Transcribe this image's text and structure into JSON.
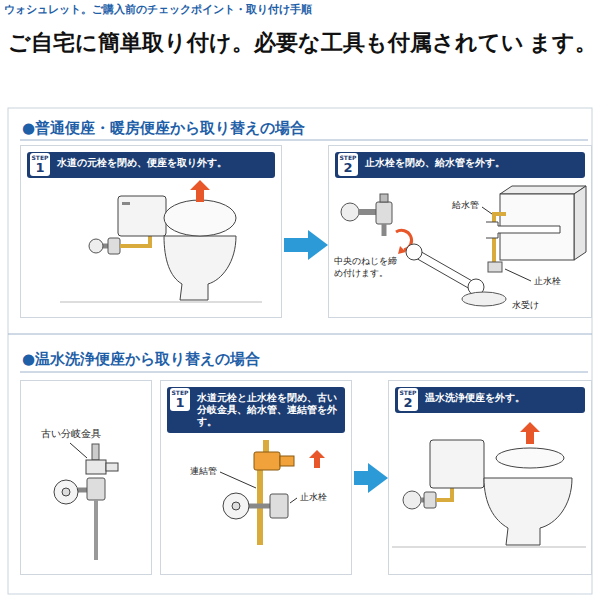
{
  "diagram": {
    "title": "ご自宅に簡単取り付け。必要な工具も付属されてい ます。",
    "nodes": [
      {
        "text": [
          "水道の元栓を閉め、便座を取り外す。"
        ]
      },
      {
        "text": [
          "STEP",
          "1"
        ],
        "in": 0
      },
      {
        "text": [
          "止水栓を閉め、給水管を外す。"
        ]
      },
      {
        "text": [
          "STEP",
          "2"
        ],
        "in": 2
      },
      {
        "text": [
          "古い分岐金具"
        ]
      },
      {
        "text": [
          "水道元栓と止水栓を閉め、古い分岐金具、給水管、連結管を外す。"
        ]
      },
      {
        "text": [
          "STEP",
          "1"
        ],
        "in": 5
      },
      {
        "text": [
          "温水洗浄便座を外す。"
        ]
      },
      {
        "text": [
          "STEP",
          "2"
        ],
        "in": 7
      }
    ],
    "edges": [
      {
        "from": 0,
        "to": 2,
        "arrow": "to"
      },
      {
        "from": 5,
        "to": 7,
        "arrow": "to"
      }
    ],
    "labels": [
      "ウォシュレット。ご購入前のチェックポイント・取り付け手順",
      "●普通便座・暖房便座から取り替えの場合",
      "給水管",
      "中央のねじを締め付けます。",
      "止水栓",
      "水受け",
      "●温水洗浄便座から取り替えの場合",
      "連結管",
      "止水栓"
    ]
  }
}
